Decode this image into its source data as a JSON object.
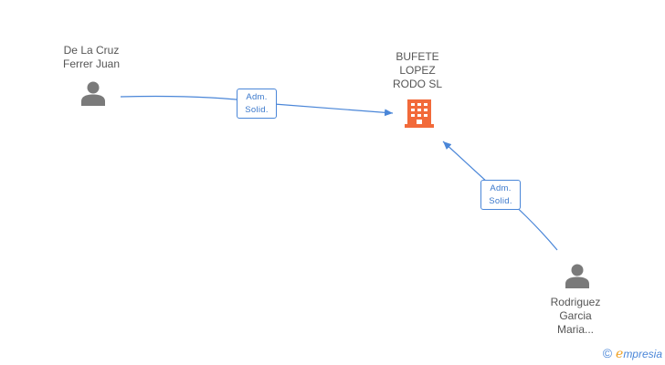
{
  "nodes": {
    "person1": {
      "lines": [
        "De La Cruz",
        "Ferrer Juan"
      ],
      "icon": "person-icon"
    },
    "company": {
      "lines": [
        "BUFETE",
        "LOPEZ",
        "RODO SL"
      ],
      "icon": "building-icon"
    },
    "person2": {
      "lines": [
        "Rodriguez",
        "Garcia",
        "Maria..."
      ],
      "icon": "person-icon"
    }
  },
  "edges": [
    {
      "from": "person1",
      "to": "company",
      "label": [
        "Adm.",
        "Solid."
      ]
    },
    {
      "from": "person2",
      "to": "company",
      "label": [
        "Adm.",
        "Solid."
      ]
    }
  ],
  "colors": {
    "person": "#7a7a7a",
    "company": "#f26a3a",
    "edge": "#4a86d8",
    "label_text": "#555555"
  },
  "footer": {
    "copyright": "©",
    "brand_initial": "e",
    "brand_rest": "mpresia"
  }
}
